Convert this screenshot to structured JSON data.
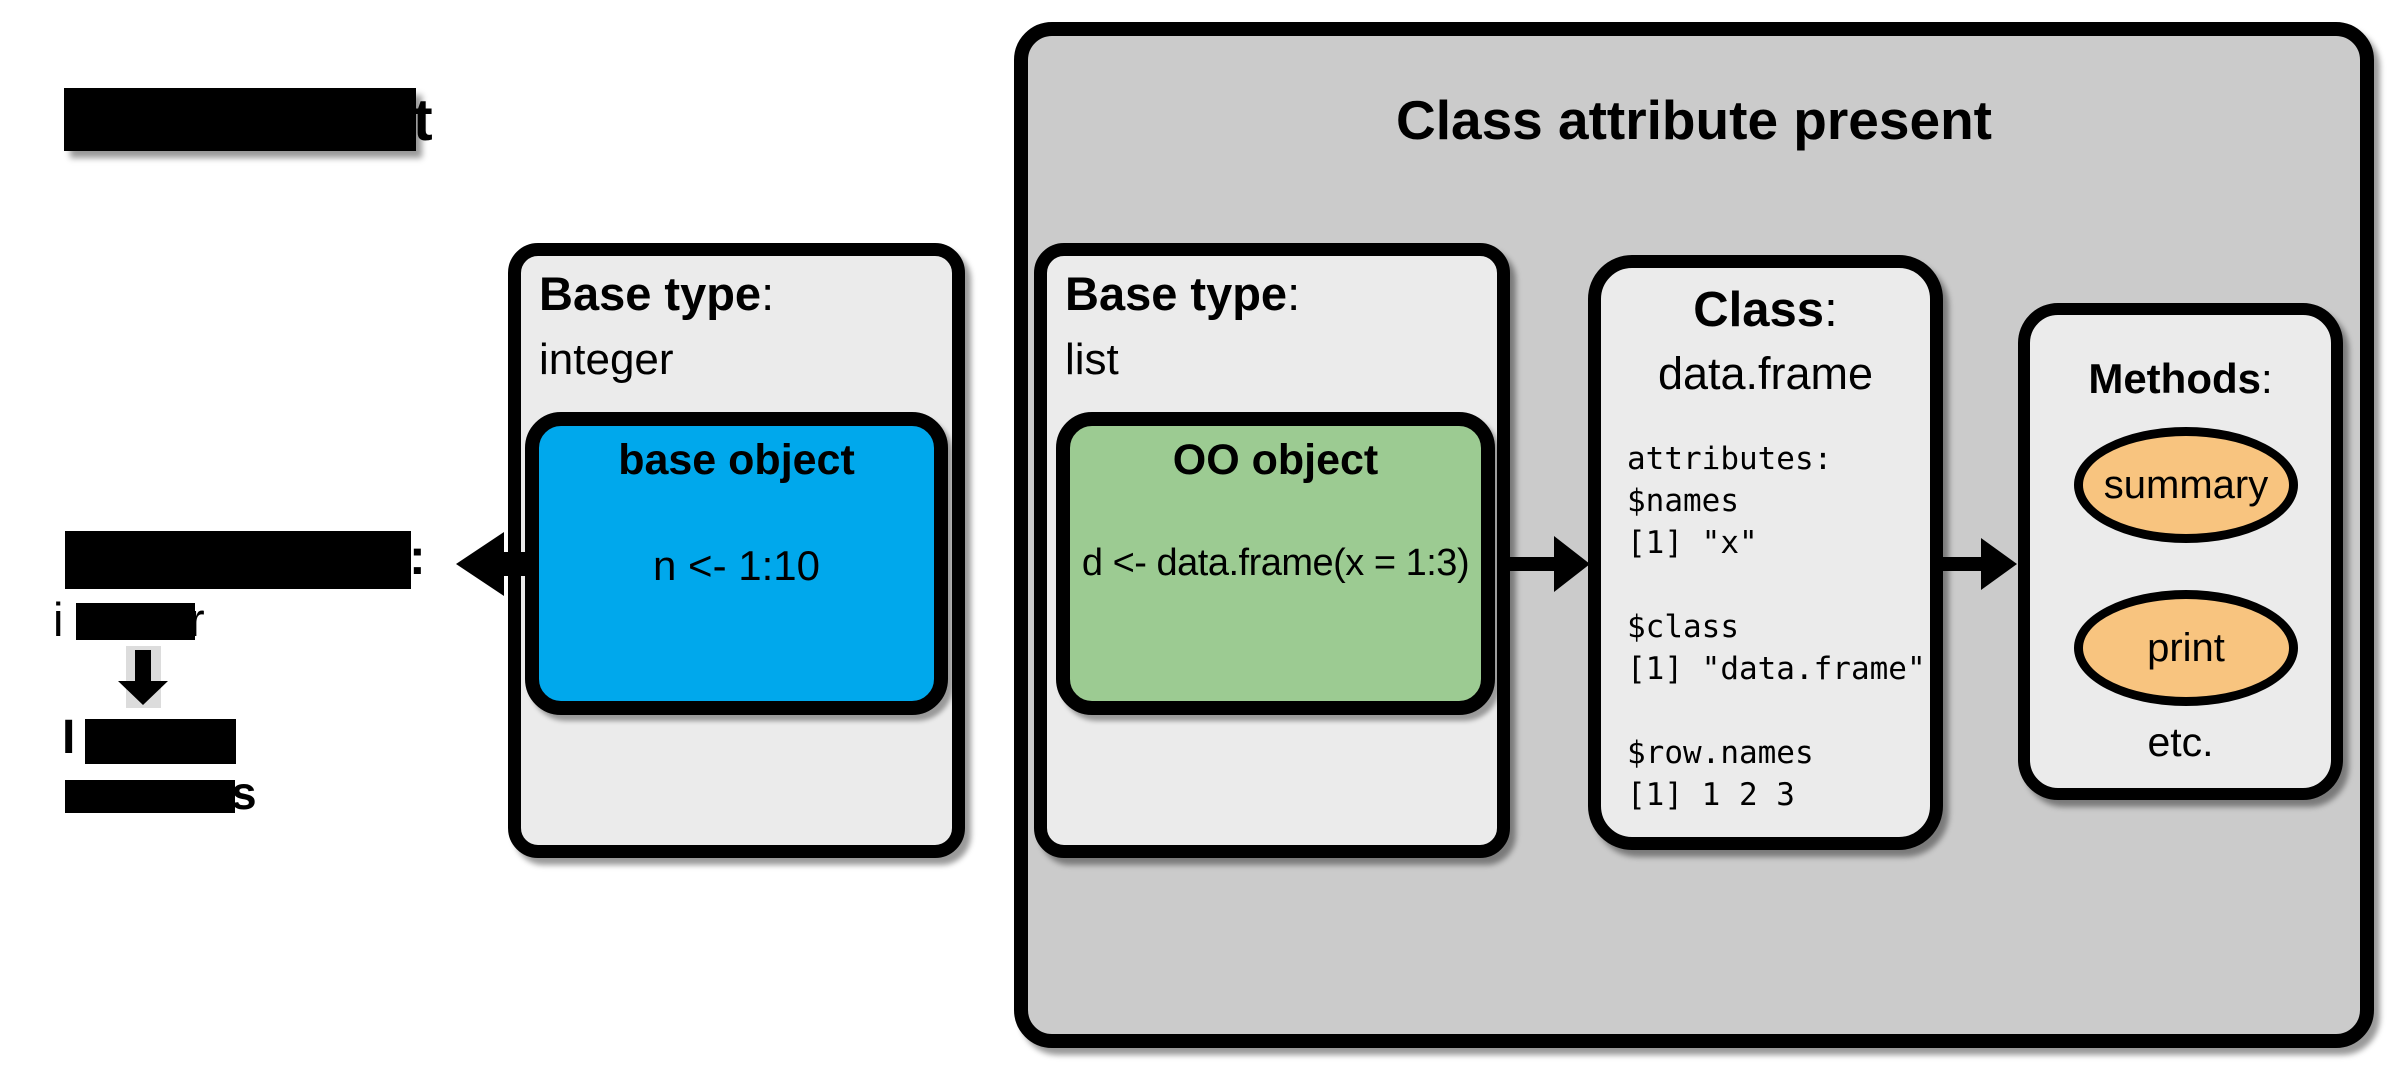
{
  "left_panel": {
    "redacted_title": {
      "visible_suffix": "t"
    },
    "base_type_box": {
      "label_bold": "Base type",
      "label_colon": ":",
      "value": "integer"
    },
    "base_object_box": {
      "title": "base object",
      "code": "n <- 1:10"
    },
    "redacted_lines": {
      "line1_visible_suffix": ":",
      "line2_visible_prefix": "i",
      "line2_visible_suffix": "r",
      "line3_visible_prefix": "I",
      "line4_visible_suffix": "s"
    }
  },
  "right_panel": {
    "title": "Class attribute present",
    "base_type_box": {
      "label_bold": "Base type",
      "label_colon": ":",
      "value": "list"
    },
    "oo_object_box": {
      "title": "OO object",
      "code": "d <- data.frame(x = 1:3)"
    },
    "class_box": {
      "label_bold": "Class",
      "label_colon": ":",
      "value": "data.frame",
      "attributes_block": "attributes:\n$names\n[1] \"x\"\n\n$class\n[1] \"data.frame\"\n\n$row.names\n[1] 1 2 3"
    },
    "methods_box": {
      "label_bold": "Methods",
      "label_colon": ":",
      "methods": [
        "summary",
        "print"
      ],
      "more_label": "etc."
    }
  },
  "colors": {
    "base_object_fill": "#00A8EC",
    "oo_object_fill": "#9CCB92",
    "method_ellipse_fill": "#F8C47F",
    "panel_fill": "#CBCBCB",
    "box_fill": "#EBEBEB",
    "redaction": "#000000"
  }
}
